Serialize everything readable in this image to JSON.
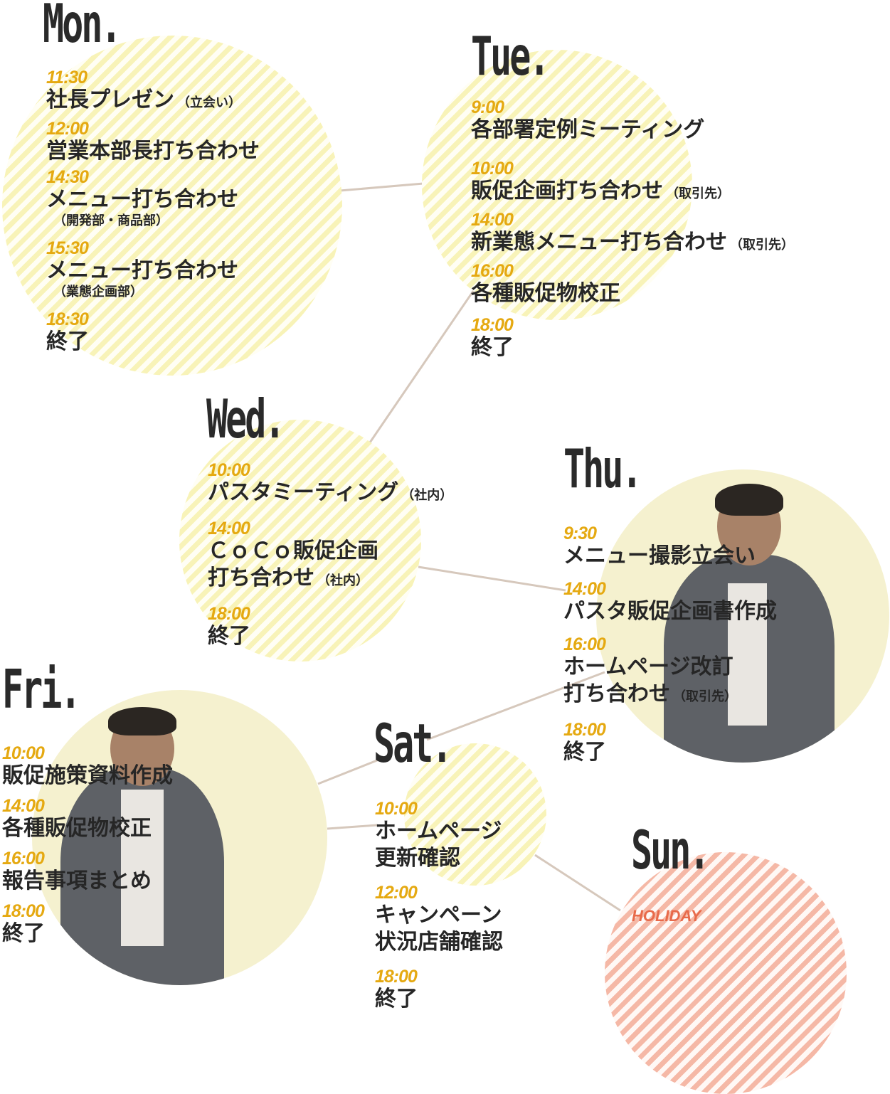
{
  "days": [
    {
      "key": "mon",
      "label": "Mon.",
      "events": [
        {
          "time": "11:30",
          "lines": [
            "社長プレゼン"
          ],
          "note": "（立会い）"
        },
        {
          "time": "12:00",
          "lines": [
            "営業本部長打ち合わせ"
          ],
          "note": ""
        },
        {
          "time": "14:30",
          "lines": [
            "メニュー打ち合わせ"
          ],
          "sub": "（開発部・商品部）"
        },
        {
          "time": "15:30",
          "lines": [
            "メニュー打ち合わせ"
          ],
          "sub": "（業態企画部）"
        },
        {
          "time": "18:30",
          "lines": [
            "終了"
          ],
          "note": ""
        }
      ]
    },
    {
      "key": "tue",
      "label": "Tue.",
      "events": [
        {
          "time": "9:00",
          "lines": [
            "各部署定例ミーティング"
          ],
          "note": ""
        },
        {
          "time": "10:00",
          "lines": [
            "販促企画打ち合わせ"
          ],
          "note": "（取引先）"
        },
        {
          "time": "14:00",
          "lines": [
            "新業態メニュー打ち合わせ"
          ],
          "note": "（取引先）"
        },
        {
          "time": "16:00",
          "lines": [
            "各種販促物校正"
          ],
          "note": ""
        },
        {
          "time": "18:00",
          "lines": [
            "終了"
          ],
          "note": ""
        }
      ]
    },
    {
      "key": "wed",
      "label": "Wed.",
      "events": [
        {
          "time": "10:00",
          "lines": [
            "パスタミーティング"
          ],
          "note": "（社内）"
        },
        {
          "time": "14:00",
          "lines": [
            "ＣｏＣｏ販促企画",
            "打ち合わせ"
          ],
          "note": "（社内）"
        },
        {
          "time": "18:00",
          "lines": [
            "終了"
          ],
          "note": ""
        }
      ]
    },
    {
      "key": "thu",
      "label": "Thu.",
      "events": [
        {
          "time": "9:30",
          "lines": [
            "メニュー撮影立会い"
          ],
          "note": ""
        },
        {
          "time": "14:00",
          "lines": [
            "パスタ販促企画書作成"
          ],
          "note": ""
        },
        {
          "time": "16:00",
          "lines": [
            "ホームページ改訂",
            "打ち合わせ"
          ],
          "note": "（取引先）"
        },
        {
          "time": "18:00",
          "lines": [
            "終了"
          ],
          "note": ""
        }
      ]
    },
    {
      "key": "fri",
      "label": "Fri.",
      "events": [
        {
          "time": "10:00",
          "lines": [
            "販促施策資料作成"
          ],
          "note": ""
        },
        {
          "time": "14:00",
          "lines": [
            "各種販促物校正"
          ],
          "note": ""
        },
        {
          "time": "16:00",
          "lines": [
            "報告事項まとめ"
          ],
          "note": ""
        },
        {
          "time": "18:00",
          "lines": [
            "終了"
          ],
          "note": ""
        }
      ]
    },
    {
      "key": "sat",
      "label": "Sat.",
      "events": [
        {
          "time": "10:00",
          "lines": [
            "ホームページ",
            "更新確認"
          ],
          "note": ""
        },
        {
          "time": "12:00",
          "lines": [
            "キャンペーン",
            "状況店舗確認"
          ],
          "note": ""
        },
        {
          "time": "18:00",
          "lines": [
            "終了"
          ],
          "note": ""
        }
      ]
    },
    {
      "key": "sun",
      "label": "Sun.",
      "holiday": "HOLIDAY",
      "events": []
    }
  ],
  "colors": {
    "time": "#e5a911",
    "stripe": "#f8f3b8",
    "holiday": "#e86a4a",
    "line": "#d4c6ba"
  }
}
